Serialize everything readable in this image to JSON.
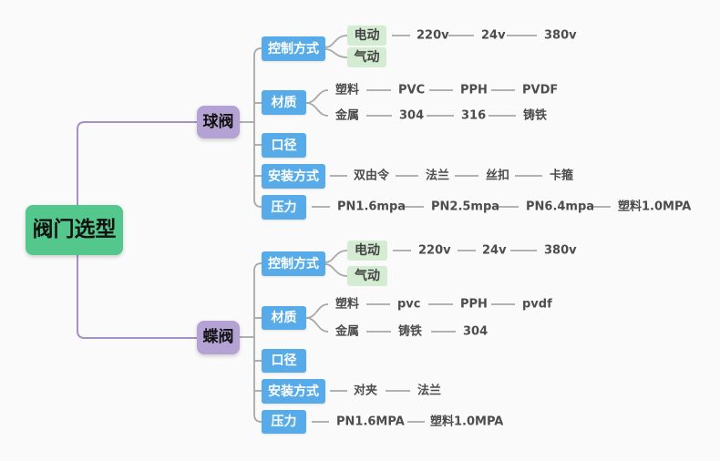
{
  "palette": {
    "background": "#fafafa",
    "root_green": "#54c88c",
    "branch_purple": "#b5a2d4",
    "category_blue": "#57abe9",
    "leaf_mint": "#d3ecd2",
    "purple_line": "#a78fc7",
    "gray_line": "#a8a8a8",
    "text_gray": "#4d4d4d"
  },
  "root": {
    "label": "阀门选型"
  },
  "branches": [
    {
      "label": "球阀",
      "children": [
        {
          "label": "控制方式",
          "children": [
            {
              "label": "电动",
              "chain": [
                "220v",
                "24v",
                "380v"
              ]
            },
            {
              "label": "气动",
              "chain": []
            }
          ]
        },
        {
          "label": "材质",
          "children": [
            {
              "label": "塑料",
              "chain": [
                "PVC",
                "PPH",
                "PVDF"
              ]
            },
            {
              "label": "金属",
              "chain": [
                "304",
                "316",
                "铸铁"
              ]
            }
          ]
        },
        {
          "label": "口径"
        },
        {
          "label": "安装方式",
          "chain": [
            "双由令",
            "法兰",
            "丝扣",
            "卡箍"
          ]
        },
        {
          "label": "压力",
          "chain": [
            "PN1.6mpa",
            "PN2.5mpa",
            "PN6.4mpa",
            "塑料1.0MPA"
          ]
        }
      ]
    },
    {
      "label": "蝶阀",
      "children": [
        {
          "label": "控制方式",
          "children": [
            {
              "label": "电动",
              "chain": [
                "220v",
                "24v",
                "380v"
              ]
            },
            {
              "label": "气动",
              "chain": []
            }
          ]
        },
        {
          "label": "材质",
          "children": [
            {
              "label": "塑料",
              "chain": [
                "pvc",
                "PPH",
                "pvdf"
              ]
            },
            {
              "label": "金属",
              "chain": [
                "铸铁",
                "304"
              ]
            }
          ]
        },
        {
          "label": "口径"
        },
        {
          "label": "安装方式",
          "chain": [
            "对夹",
            "法兰"
          ]
        },
        {
          "label": "压力",
          "chain": [
            "PN1.6MPA",
            "塑料1.0MPA"
          ]
        }
      ]
    }
  ]
}
